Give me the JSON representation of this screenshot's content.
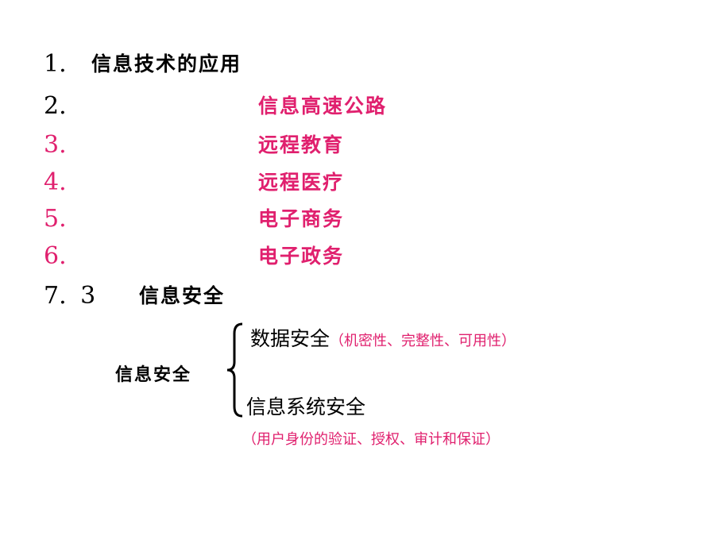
{
  "outline": [
    {
      "number": "1.",
      "text": "信息技术的应用",
      "color": "#000000"
    },
    {
      "number": "2.",
      "text": "信息高速公路",
      "color": "#e0206e"
    },
    {
      "number": "3.",
      "text": "远程教育",
      "color": "#e0206e"
    },
    {
      "number": "4.",
      "text": "远程医疗",
      "color": "#e0206e"
    },
    {
      "number": "5.",
      "text": "电子商务",
      "color": "#e0206e"
    },
    {
      "number": "6.",
      "text": "电子政务",
      "color": "#e0206e"
    },
    {
      "number": "7. 3",
      "text": "信息安全",
      "color": "#000000"
    }
  ],
  "diagram": {
    "root": "信息安全",
    "branch1": {
      "label": "数据安全",
      "detail": "（机密性、完整性、可用性）"
    },
    "branch2": {
      "label": "信息系统安全",
      "detail": "（用户身份的验证、授权、审计和保证）"
    }
  },
  "colors": {
    "accent_pink": "#e0206e",
    "text_black": "#000000"
  }
}
